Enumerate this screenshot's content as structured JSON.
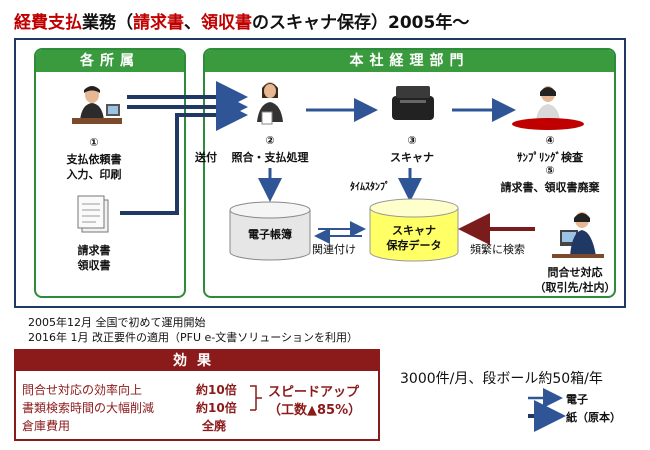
{
  "title": {
    "part1": "経費支払",
    "part2": "業務（",
    "part3": "請求書",
    "part4": "、",
    "part5": "領収書",
    "part6": "のスキャナ保存）2005年〜"
  },
  "sections": {
    "branch": "各所属",
    "hq": "本社経理部門"
  },
  "steps": {
    "s1_num": "①",
    "s1_line1": "支払依頼書",
    "s1_line2": "入力、印刷",
    "s2_num": "②",
    "s2_label": "照合・支払処理",
    "s3_num": "③",
    "s3_label": "スキャナ",
    "s4_num": "④",
    "s4_label": "ｻﾝﾌﾟﾘﾝｸﾞ検査",
    "s5_num": "⑤",
    "s5_label": "請求書、領収書廃棄"
  },
  "labels": {
    "send": "送付",
    "timestamp": "ﾀｲﾑｽﾀﾝﾌﾟ",
    "invoice": "請求書",
    "receipt": "領収書",
    "ledger": "電子帳簿",
    "link": "関連付け",
    "scan_store_1": "スキャナ",
    "scan_store_2": "保存データ",
    "freq_search": "頻繁に検索",
    "inquiry_1": "問合せ対応",
    "inquiry_2": "（取引先/社内）"
  },
  "notes": {
    "n1": "2005年12月 全国で初めて運用開始",
    "n2": "2016年 1月 改正要件の適用（PFU e-文書ソリューションを利用）"
  },
  "effect": {
    "header": "効果",
    "rows": [
      {
        "label": "問合せ対応の効率向上",
        "value": "約10倍"
      },
      {
        "label": "書類検索時間の大幅削減",
        "value": "約10倍"
      },
      {
        "label": "倉庫費用",
        "value": "全廃"
      }
    ],
    "speed_1": "スピードアップ",
    "speed_2": "（工数▲85%）"
  },
  "volume": "3000件/月、段ボール約50箱/年",
  "legend": {
    "electronic": "電子",
    "paper": "紙（原本）"
  },
  "colors": {
    "accent_red": "#c00000",
    "green": "#3a9a3e",
    "navy": "#1f3864",
    "arrow_blue": "#2f5597",
    "effect_red": "#8b1a1a",
    "store_yellow": "#ffff66"
  }
}
